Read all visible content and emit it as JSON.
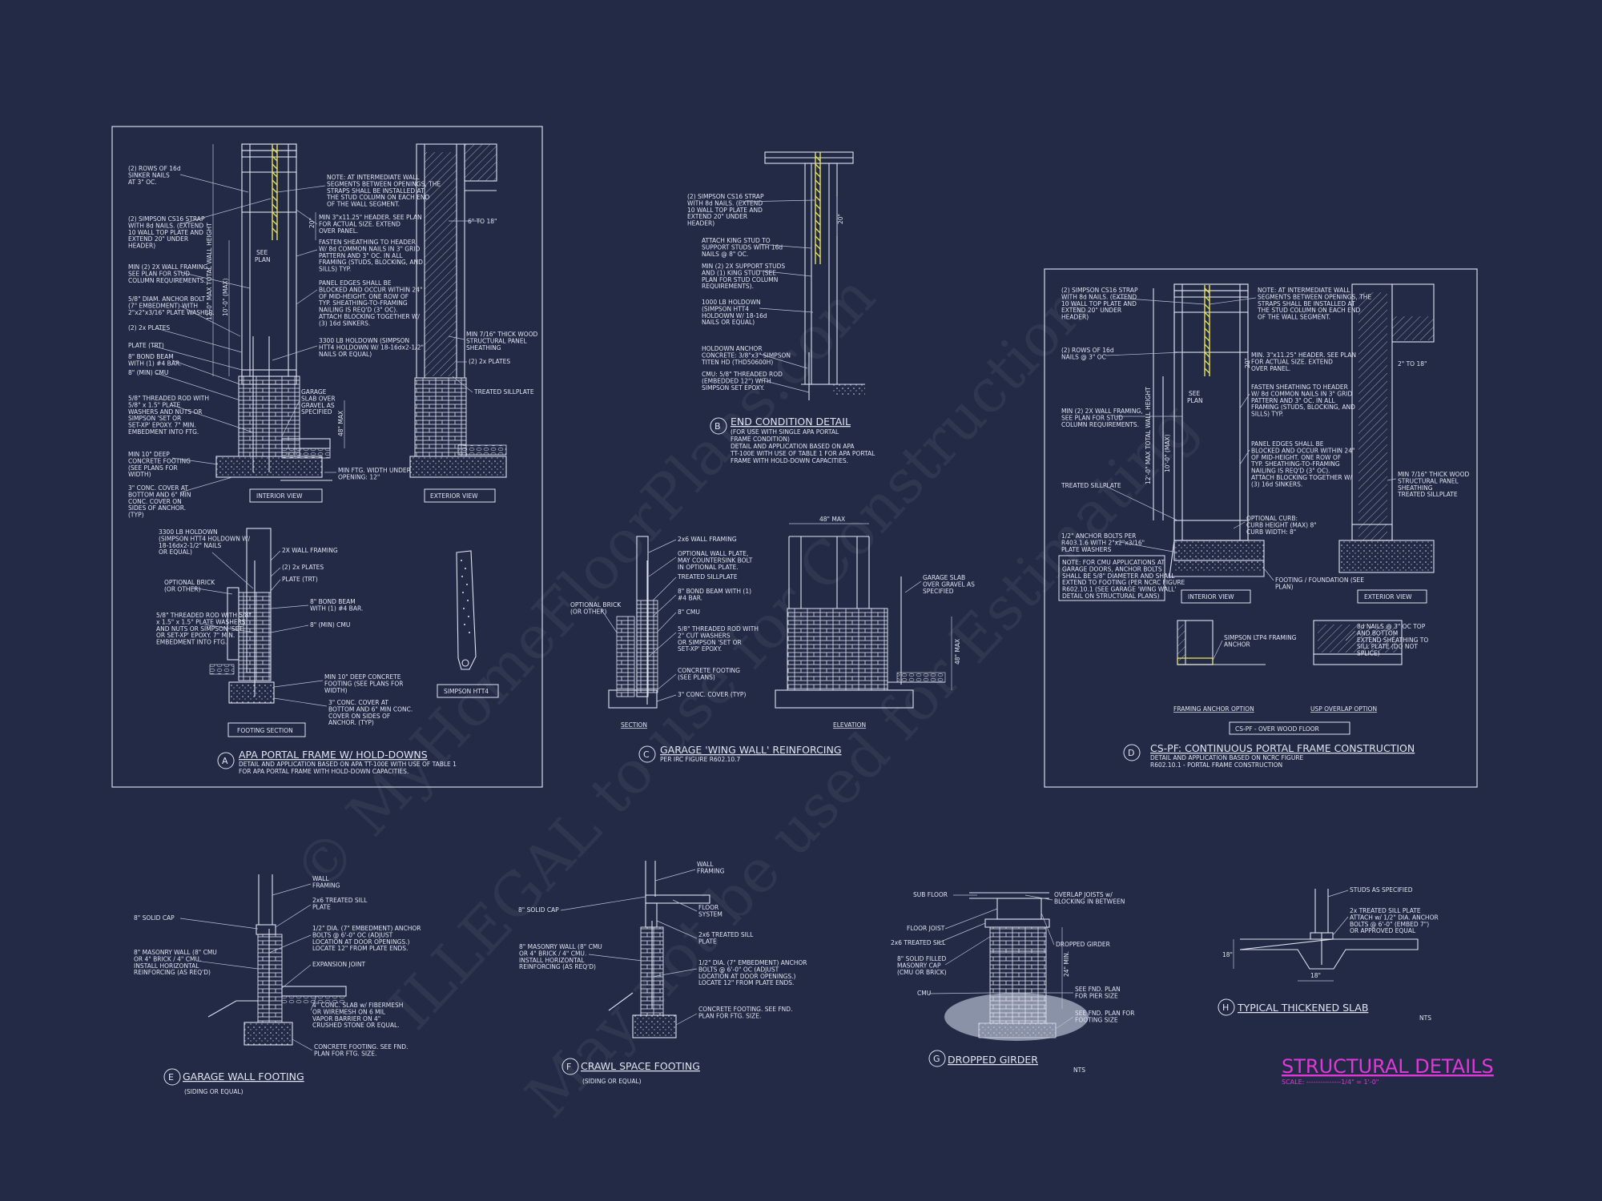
{
  "watermark": {
    "line1": "© MyHomeFloorPlans.com",
    "line2": "ILLEGAL to use for Construction",
    "line3": "May not be used for Estimating"
  },
  "sheet_title": {
    "title": "STRUCTURAL DETAILS",
    "scale": "SCALE: ---------------1/4\" = 1'-0\""
  },
  "detail_a": {
    "marker": "A",
    "title": "APA PORTAL FRAME W/ HOLD-DOWNS",
    "desc1": "DETAIL AND APPLICATION BASED ON APA TT-100E WITH USE OF TABLE 1",
    "desc2": "FOR APA PORTAL FRAME WITH HOLD-DOWN CAPACITIES.",
    "interior_view": "INTERIOR VIEW",
    "exterior_view": "EXTERIOR VIEW",
    "footing_section": "FOOTING SECTION",
    "simpson": "SIMPSON HTT4",
    "dim_6to18": "6\" TO 18\"",
    "left_notes": [
      "(2) ROWS OF 16d",
      "SINKER NAILS",
      "AT 3\" OC.",
      "(2) SIMPSON CS16 STRAP",
      "WITH 8d NAILS. (EXTEND",
      "10 WALL TOP PLATE AND",
      "EXTEND 20\" UNDER",
      "HEADER)",
      "MIN (2) 2X WALL FRAMING,",
      "SEE PLAN FOR STUD",
      "COLUMN REQUIREMENTS.",
      "5/8\" DIAM. ANCHOR BOLT",
      "(7\" EMBEDMENT) WITH",
      "2\"x2\"x3/16\" PLATE WASHER.",
      "(2) 2x PLATES",
      "PLATE (TRT)",
      "8\" BOND BEAM",
      "WITH (1) #4 BAR.",
      "8\" (MIN) CMU",
      "5/8\" THREADED ROD WITH",
      "5/8\" x 1.5\" PLATE",
      "WASHERS AND NUTS OR",
      "SIMPSON 'SET OR",
      "SET-XP' EPOXY. 7\" MIN.",
      "EMBEDMENT INTO FTG.",
      "MIN 10\" DEEP",
      "CONCRETE FOOTING",
      "(SEE PLANS FOR",
      "WIDTH)",
      "3\" CONC. COVER AT",
      "BOTTOM AND 6\" MIN",
      "CONC. COVER ON",
      "SIDES OF ANCHOR.",
      "(TYP)"
    ],
    "mid_notes": [
      "NOTE: AT INTERMEDIATE WALL",
      "SEGMENTS BETWEEN OPENINGS, THE",
      "STRAPS SHALL BE INSTALLED AT",
      "THE STUD COLUMN ON EACH END",
      "OF THE WALL SEGMENT.",
      "MIN 3\"x11.25\" HEADER. SEE PLAN",
      "FOR ACTUAL SIZE. EXTEND",
      "OVER PANEL.",
      "FASTEN SHEATHING TO HEADER",
      "W/ 8d COMMON NAILS IN 3\" GRID",
      "PATTERN AND 3\" OC. IN ALL",
      "FRAMING (STUDS, BLOCKING, AND",
      "SILLS) TYP.",
      "PANEL EDGES SHALL BE",
      "BLOCKED AND OCCUR WITHIN 24\"",
      "OF MID-HEIGHT. ONE ROW OF",
      "TYP. SHEATHING-TO-FRAMING",
      "NAILING IS REQ'D (3\" OC).",
      "ATTACH BLOCKING TOGETHER W/",
      "(3) 16d SINKERS.",
      "3300 LB HOLDOWN (SIMPSON",
      "HTT4 HOLDOWN W/ 18-16dx2-1/2\"",
      "NAILS OR EQUAL)",
      "GARAGE",
      "SLAB OVER",
      "GRAVEL AS",
      "SPECIFIED",
      "MIN FTG. WIDTH UNDER",
      "OPENING: 12\""
    ],
    "right_notes": [
      "MIN 7/16\" THICK WOOD",
      "STRUCTURAL PANEL",
      "SHEATHING",
      "(2) 2x PLATES",
      "TREATED SILLPLATE"
    ],
    "foot_notes": [
      "3300 LB HOLDOWN",
      "(SIMPSON HTT4 HOLDOWN W/",
      "18-16dx2-1/2\" NAILS",
      "OR EQUAL)",
      "OPTIONAL BRICK",
      "(OR OTHER)",
      "5/8\" THREADED ROD WITH 5/8\"",
      "x 1.5\" x 1.5\" PLATE WASHERS",
      "AND NUTS OR SIMPSON 'SET",
      "OR SET-XP' EPOXY. 7\" MIN.",
      "EMBEDMENT INTO FTG.",
      "2X WALL FRAMING",
      "(2) 2x PLATES",
      "PLATE (TRT)",
      "8\" BOND BEAM",
      "WITH (1) #4 BAR.",
      "8\" (MIN) CMU",
      "MIN 10\" DEEP CONCRETE",
      "FOOTING (SEE PLANS FOR",
      "WIDTH)",
      "3\" CONC. COVER AT",
      "BOTTOM AND 6\" MIN CONC.",
      "COVER ON SIDES OF",
      "ANCHOR. (TYP)"
    ]
  },
  "detail_b": {
    "marker": "B",
    "title": "END CONDITION DETAIL",
    "desc": [
      "(FOR USE WITH SINGLE APA PORTAL",
      "FRAME CONDITION)",
      "DETAIL AND APPLICATION BASED ON APA",
      "TT-100E WITH USE OF TABLE 1 FOR APA PORTAL",
      "FRAME WITH HOLD-DOWN CAPACITIES."
    ],
    "notes": [
      "(2) SIMPSON CS16 STRAP",
      "WITH 8d NAILS. (EXTEND",
      "10 WALL TOP PLATE AND",
      "EXTEND 20\" UNDER",
      "HEADER)",
      "ATTACH KING STUD TO",
      "SUPPORT STUDS WITH 16d",
      "NAILS @ 8\" OC.",
      "MIN (2) 2X SUPPORT STUDS",
      "AND (1) KING STUD (SEE",
      "PLAN FOR STUD COLUMN",
      "REQUIREMENTS).",
      "1000 LB HOLDOWN",
      "(SIMPSON HTT4",
      "HOLDOWN W/ 18-16d",
      "NAILS OR EQUAL)",
      "HOLDOWN ANCHOR",
      "CONCRETE: 3/8\"x3\" SIMPSON",
      "TITEN HD (THD50600H)",
      "CMU: 5/8\" THREADED ROD",
      "(EMBEDDED 12\") WITH",
      "SIMPSON SET EPOXY."
    ]
  },
  "detail_c": {
    "marker": "C",
    "title": "GARAGE 'WING WALL' REINFORCING",
    "sub": "PER IRC FIGURE R602.10.7",
    "section": "SECTION",
    "elevation": "ELEVATION",
    "max48": "48\" MAX",
    "notes": [
      "2x6 WALL FRAMING",
      "OPTIONAL WALL PLATE,",
      "MAY COUNTERSINK BOLT",
      "IN OPTIONAL PLATE.",
      "TREATED SILLPLATE",
      "8\" BOND BEAM WITH (1)",
      "#4 BAR.",
      "8\" CMU",
      "5/8\" THREADED ROD WITH",
      "2\" CUT WASHERS",
      "OR SIMPSON 'SET OR",
      "SET-XP' EPOXY.",
      "CONCRETE FOOTING",
      "(SEE PLANS)",
      "3\" CONC. COVER (TYP)",
      "OPTIONAL BRICK",
      "(OR OTHER)",
      "GARAGE SLAB",
      "OVER GRAVEL AS",
      "SPECIFIED"
    ]
  },
  "detail_d": {
    "marker": "D",
    "title": "CS-PF: CONTINUOUS PORTAL FRAME CONSTRUCTION",
    "desc1": "DETAIL AND APPLICATION BASED ON NCRC FIGURE",
    "desc2": "R602.10.1 - PORTAL FRAME CONSTRUCTION",
    "interior_view": "INTERIOR VIEW",
    "exterior_view": "EXTERIOR VIEW",
    "framing_anchor": "FRAMING ANCHOR OPTION",
    "overlap": "USP OVERLAP OPTION",
    "cs_pf": "CS-PF - OVER WOOD FLOOR",
    "dim": "2\" TO 18\"",
    "notes": [
      "(2) SIMPSON CS16 STRAP",
      "WITH 8d NAILS. (EXTEND",
      "10 WALL TOP PLATE AND",
      "EXTEND 20\" UNDER",
      "HEADER)",
      "(2) ROWS OF 16d",
      "NAILS @ 3\" OC",
      "MIN (2) 2X WALL FRAMING,",
      "SEE PLAN FOR STUD",
      "COLUMN REQUIREMENTS.",
      "TREATED SILLPLATE",
      "1/2\" ANCHOR BOLTS PER",
      "R403.1.6 WITH 2\"x2\"x3/16\"",
      "PLATE WASHERS",
      "NOTE: FOR CMU APPLICATIONS AT",
      "GARAGE DOORS, ANCHOR BOLTS",
      "SHALL BE 5/8\" DIAMETER AND SHALL",
      "EXTEND TO FOOTING (PER NCRC FIGURE",
      "R602.10.1 (SEE GARAGE 'WING WALL'",
      "DETAIL ON STRUCTURAL PLANS)",
      "NOTE: AT INTERMEDIATE WALL",
      "SEGMENTS BETWEEN OPENINGS, THE",
      "STRAPS SHALL BE INSTALLED AT",
      "THE STUD COLUMN ON EACH END",
      "OF THE WALL SEGMENT.",
      "MIN. 3\"x11.25\" HEADER. SEE PLAN",
      "FOR ACTUAL SIZE. EXTEND",
      "OVER PANEL.",
      "FASTEN SHEATHING TO HEADER",
      "W/ 8d COMMON NAILS IN 3\" GRID",
      "PATTERN AND 3\" OC. IN ALL",
      "FRAMING (STUDS, BLOCKING, AND",
      "SILLS) TYP.",
      "PANEL EDGES SHALL BE",
      "BLOCKED AND OCCUR WITHIN 24\"",
      "OF MID-HEIGHT. ONE ROW OF",
      "TYP. SHEATHING-TO-FRAMING",
      "NAILING IS REQ'D (3\" OC).",
      "ATTACH BLOCKING TOGETHER W/",
      "(3) 16d SINKERS.",
      "OPTIONAL CURB:",
      "CURB HEIGHT (MAX) 8\"",
      "CURB WIDTH: 8\"",
      "FOOTING / FOUNDATION (SEE",
      "PLAN)",
      "MIN 7/16\" THICK WOOD",
      "STRUCTURAL PANEL",
      "SHEATHING",
      "TREATED SILLPLATE",
      "SIMPSON LTP4 FRAMING",
      "ANCHOR",
      "8d NAILS @ 3\" OC TOP",
      "AND BOTTOM",
      "EXTEND SHEATHING TO",
      "SILL PLATE (DO NOT",
      "SPLICE)"
    ]
  },
  "detail_e": {
    "marker": "E",
    "title": "GARAGE WALL FOOTING",
    "sub": "(SIDING OR EQUAL)",
    "notes": [
      "8\" SOLID CAP",
      "8\" MASONRY WALL (8\" CMU",
      "OR 4\" BRICK / 4\" CMU.",
      "INSTALL HORIZONTAL",
      "REINFORCING (AS REQ'D)",
      "WALL",
      "FRAMING",
      "2x6 TREATED SILL",
      "PLATE",
      "1/2\" DIA. (7\" EMBEDMENT) ANCHOR",
      "BOLTS @ 6'-0\" OC (ADJUST",
      "LOCATION AT DOOR OPENINGS.)",
      "LOCATE 12\" FROM PLATE ENDS.",
      "EXPANSION JOINT",
      "4\" CONC. SLAB w/ FIBERMESH",
      "OR WIREMESH ON 6 MIL",
      "VAPOR BARRIER ON 4\"",
      "CRUSHED STONE OR EQUAL.",
      "CONCRETE FOOTING. SEE FND.",
      "PLAN FOR FTG. SIZE."
    ]
  },
  "detail_f": {
    "marker": "F",
    "title": "CRAWL SPACE FOOTING",
    "sub": "(SIDING OR EQUAL)",
    "notes": [
      "8\" SOLID CAP",
      "8\" MASONRY WALL (8\" CMU",
      "OR 4\" BRICK / 4\" CMU.",
      "INSTALL HORIZONTAL",
      "REINFORCING (AS REQ'D)",
      "WALL",
      "FRAMING",
      "FLOOR",
      "SYSTEM",
      "2x6 TREATED SILL",
      "PLATE",
      "1/2\" DIA. (7\" EMBEDMENT) ANCHOR",
      "BOLTS @ 6'-0\" OC (ADJUST",
      "LOCATION AT DOOR OPENINGS.)",
      "LOCATE 12\" FROM PLATE ENDS.",
      "CONCRETE FOOTING. SEE FND.",
      "PLAN FOR FTG. SIZE."
    ]
  },
  "detail_g": {
    "marker": "G",
    "title": "DROPPED GIRDER",
    "sub": "NTS",
    "notes": [
      "SUB FLOOR",
      "FLOOR JOIST",
      "2x6 TREATED SILL",
      "8\" SOLID FILLED",
      "MASONRY CAP",
      "(CMU OR BRICK)",
      "CMU",
      "OVERLAP JOISTS w/",
      "BLOCKING IN BETWEEN",
      "DROPPED GIRDER",
      "SEE FND. PLAN",
      "FOR PIER SIZE",
      "SEE FND. PLAN FOR",
      "FOOTING SIZE",
      "24\" MIN."
    ]
  },
  "detail_h": {
    "marker": "H",
    "title": "TYPICAL THICKENED SLAB",
    "sub": "NTS",
    "notes": [
      "STUDS AS SPECIFIED",
      "2x TREATED SILL PLATE",
      "ATTACH w/ 1/2\" DIA. ANCHOR",
      "BOLTS @ 6'-0\" (EMBED 7\")",
      "OR APPROVED EQUAL",
      "18\"",
      "18\""
    ]
  },
  "colors": {
    "background": "#222a45",
    "lines": "#dfe4f0",
    "accent_yellow": "#e8e05a",
    "title_magenta": "#e038d8"
  }
}
